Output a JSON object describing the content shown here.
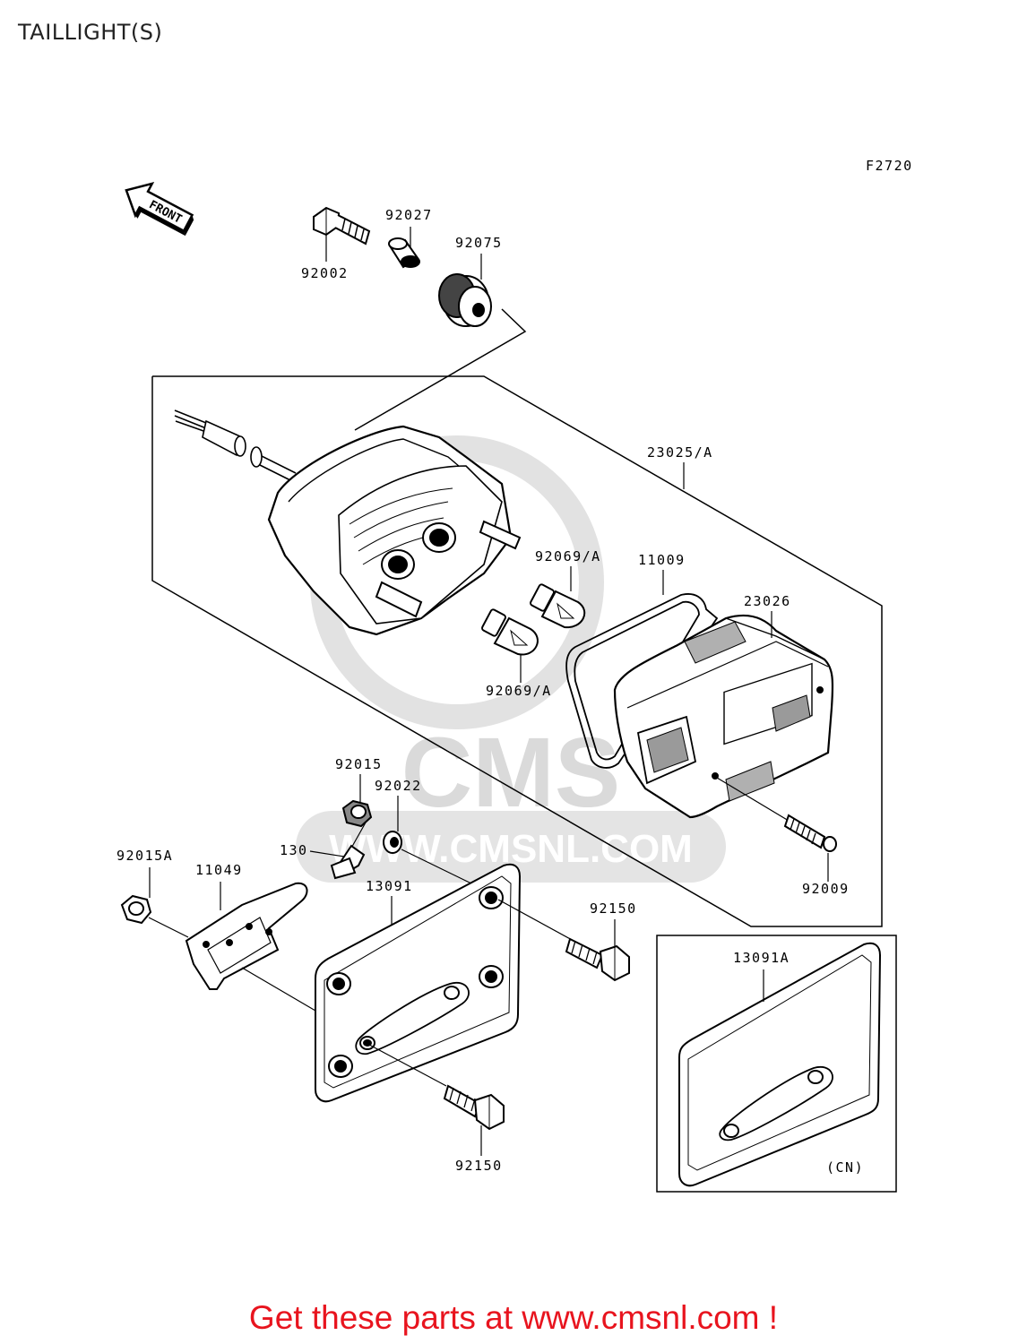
{
  "title": "TAILLIGHT(S)",
  "figure_code": "F2720",
  "front_label": "FRONT",
  "watermark": {
    "brand": "CMS",
    "url": "WWW.CMSNL.COM"
  },
  "parts": {
    "p92002": "92002",
    "p92027": "92027",
    "p92075": "92075",
    "p23025a": "23025/A",
    "p92069a_top": "92069/A",
    "p92069a_bottom": "92069/A",
    "p11009": "11009",
    "p23026": "23026",
    "p92009": "92009",
    "p92015": "92015",
    "p92022": "92022",
    "p92015a": "92015A",
    "p11049": "11049",
    "p130": "130",
    "p13091": "13091",
    "p92150_right": "92150",
    "p92150_bottom": "92150",
    "p13091a": "13091A"
  },
  "variant_note": "(CN)",
  "footer_text": "Get these parts at www.cmsnl.com !",
  "colors": {
    "footer": "#e8141e",
    "watermark": "#d9d9d9",
    "line": "#000000"
  }
}
